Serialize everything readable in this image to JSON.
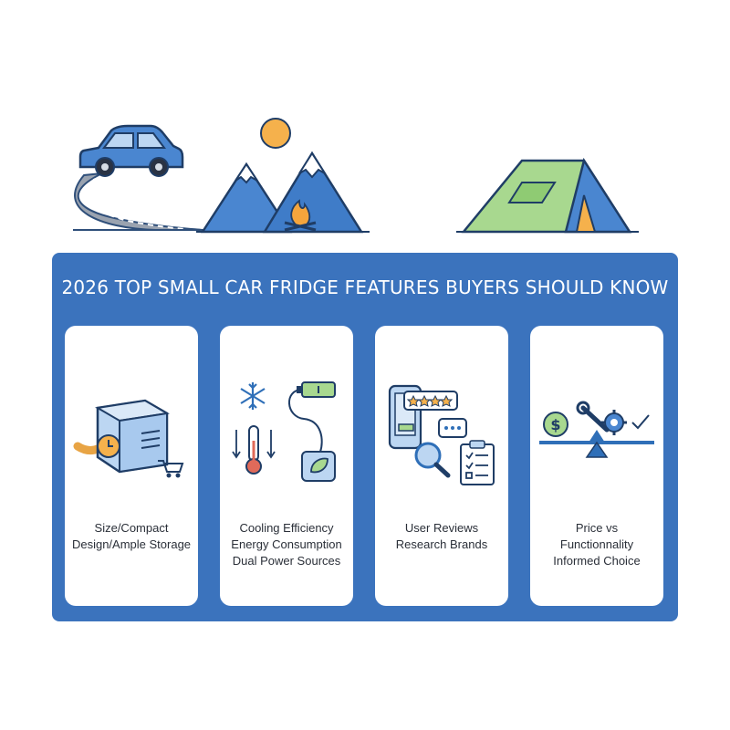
{
  "header": {
    "title": "2026 TOP SMALL CAR FRIDGE FEATURES BUYERS SHOULD KNOW"
  },
  "cards": [
    {
      "lines": [
        "Size/Compact",
        "Design/Ample Storage"
      ],
      "icon": "fridge-box-icon"
    },
    {
      "lines": [
        "Cooling Efficiency",
        "Energy Consumption",
        "Dual Power Sources"
      ],
      "icon": "snowflake-thermometer-battery-icon"
    },
    {
      "lines": [
        "User Reviews",
        "Research Brands"
      ],
      "icon": "phone-reviews-magnifier-icon"
    },
    {
      "lines": [
        "Price vs",
        "Functionnality",
        "Informed Choice"
      ],
      "icon": "balance-scale-icon"
    }
  ],
  "colors": {
    "panel": "#3b73bd",
    "card": "#ffffff",
    "sun": "#f5b14c",
    "tent": "#a8d88f",
    "mountain": "#4a86d0"
  }
}
